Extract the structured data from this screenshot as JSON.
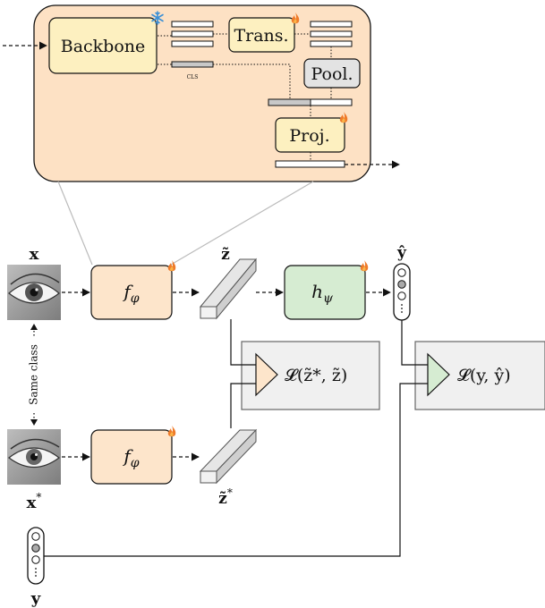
{
  "detail": {
    "backbone_label": "Backbone",
    "trans_label": "Trans.",
    "pool_label": "Pool.",
    "proj_label": "Proj.",
    "cls_label": "CLS"
  },
  "main": {
    "input_label": "x",
    "input_star_label": "x",
    "input_star_sup": "*",
    "encoder_label": "f",
    "encoder_sub": "φ",
    "encoder2_label": "f",
    "encoder2_sub": "φ",
    "embedding_label": "z̃",
    "embedding_star_label": "z̃",
    "embedding_star_sup": "*",
    "head_label": "h",
    "head_sub": "ψ",
    "prediction_label": "ŷ",
    "target_label": "y",
    "same_class_label": "Same class",
    "contrastive_loss": "𝓛(z̃*, z̃)",
    "classification_loss": "𝓛(y, ŷ)"
  },
  "colors": {
    "panel_fill": "#fde1c4",
    "box_orange": "#fde5cb",
    "box_yellow": "#fdf0c0",
    "box_green": "#d6ecd2",
    "loss_panel": "#f0f0f0",
    "frozen_icon": "#3b8fd6",
    "trainable_icon": "#ef7b2a"
  },
  "icons": {
    "frozen": "snowflake-icon",
    "trainable": "flame-icon"
  }
}
